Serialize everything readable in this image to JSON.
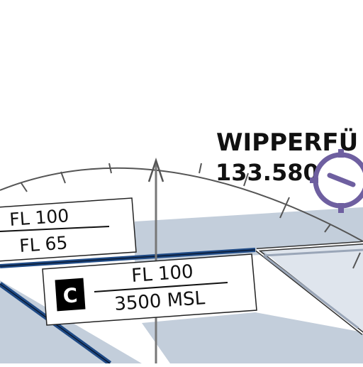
{
  "airfield": {
    "name": "WIPPERFÜ",
    "frequency": "133.580"
  },
  "airspace_labels": [
    {
      "upper": "FL 100",
      "lower": "FL 65"
    },
    {
      "class_letter": "C",
      "upper": "FL 100",
      "lower": "3500 MSL"
    }
  ],
  "colors": {
    "airspace_fill": "#c3cedb",
    "airspace_border": "#1f4a85",
    "airfield_symbol": "#6e5fa0",
    "compass_rose": "#555555"
  },
  "icons": {
    "airfield": "airfield-symbol-icon",
    "north_arrow": "north-arrow-icon",
    "airspace_class": "airspace-class-icon"
  }
}
